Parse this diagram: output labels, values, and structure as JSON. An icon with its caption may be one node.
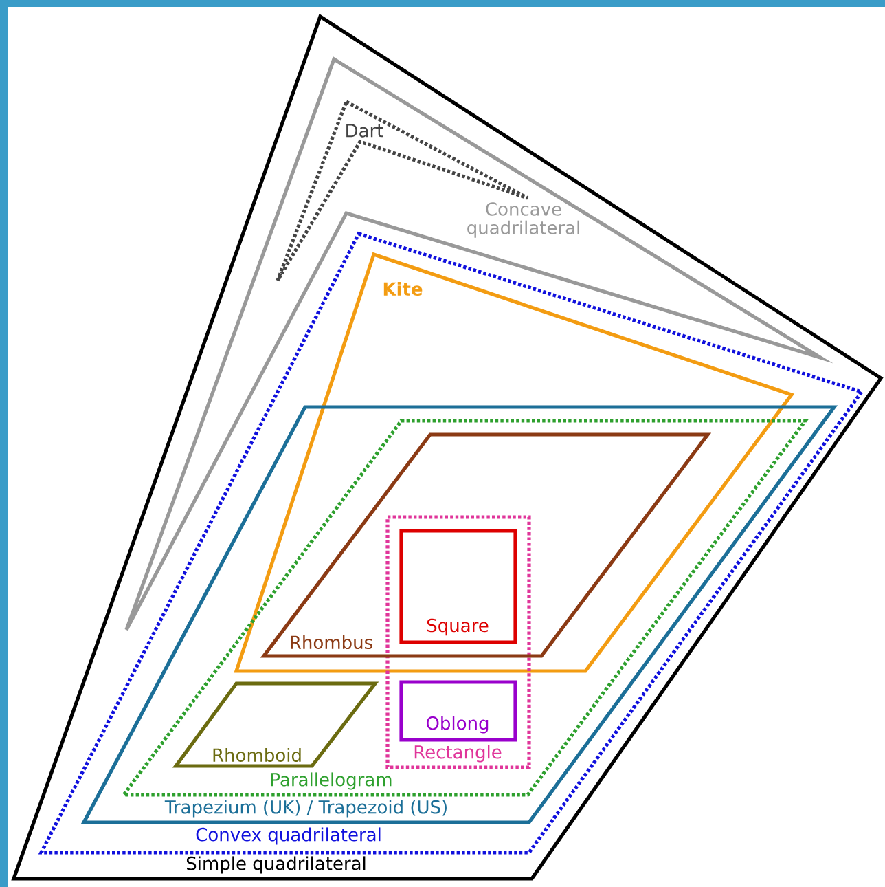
{
  "diagram": {
    "nodes": [
      {
        "text": [
          "Simple quadrilateral"
        ]
      },
      {
        "text": [
          "Concave quadrilateral"
        ],
        "in": 0
      },
      {
        "text": [
          "Dart"
        ],
        "in": 1
      },
      {
        "text": [
          "Convex quadrilateral"
        ],
        "in": 0
      },
      {
        "text": [
          "Kite"
        ],
        "in": 3
      },
      {
        "text": [
          "Trapezium (UK) / Trapezoid (US)"
        ],
        "in": 3
      },
      {
        "text": [
          "Parallelogram"
        ],
        "in": 5
      },
      {
        "text": [
          "Rhombus"
        ]
      },
      {
        "text": [
          "Rectangle"
        ],
        "in": 6
      },
      {
        "text": [
          "Square"
        ]
      },
      {
        "text": [
          "Oblong"
        ],
        "in": 8
      },
      {
        "text": [
          "Rhomboid"
        ],
        "in": 6
      }
    ]
  }
}
